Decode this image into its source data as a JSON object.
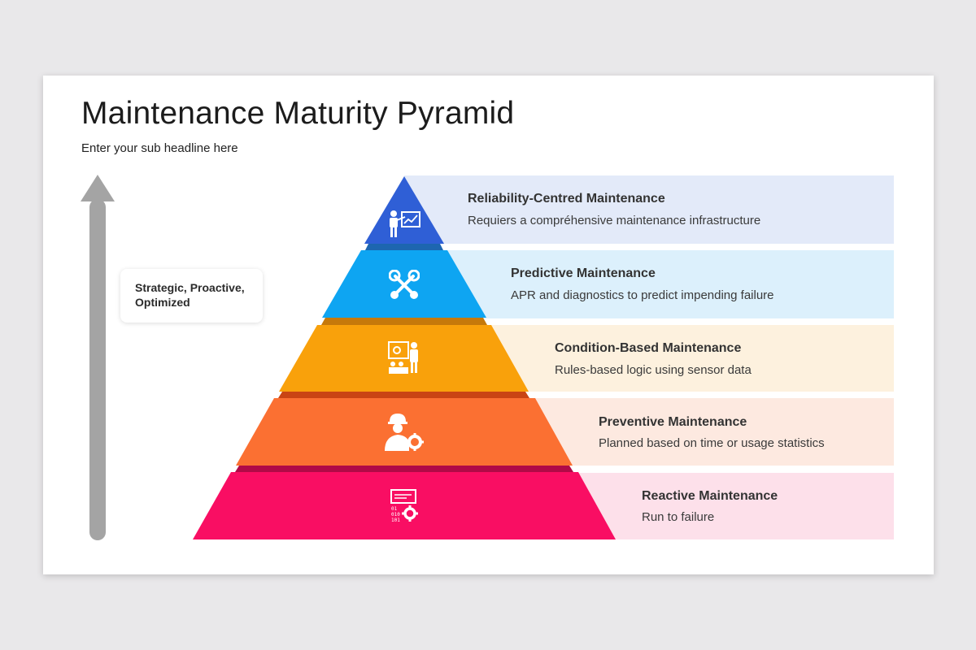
{
  "title": "Maintenance Maturity Pyramid",
  "subtitle": "Enter your sub headline here",
  "side_label": {
    "line1": "Strategic, Proactive,",
    "line2": "Optimized"
  },
  "levels": [
    {
      "heading": "Reliability-Centred Maintenance",
      "description": "Requiers a compréhensive maintenance infrastructure",
      "color": "#2f5fd6",
      "band_color": "#e3eaf9",
      "icon": "presenter-chart-icon"
    },
    {
      "heading": "Predictive Maintenance",
      "description": "APR and diagnostics to predict impending failure",
      "color": "#0ea5f2",
      "band_color": "#dcf0fc",
      "icon": "wrench-screwdriver-icon"
    },
    {
      "heading": "Condition-Based Maintenance",
      "description": "Rules-based logic using sensor data",
      "color": "#f9a10b",
      "band_color": "#fdf1de",
      "icon": "training-board-icon"
    },
    {
      "heading": "Preventive Maintenance",
      "description": "Planned based on time or usage statistics",
      "color": "#fb7032",
      "band_color": "#fde9e0",
      "icon": "engineer-gear-icon"
    },
    {
      "heading": "Reactive Maintenance",
      "description": "Run to failure",
      "color": "#f90e63",
      "band_color": "#fde0ea",
      "icon": "code-gear-icon"
    }
  ]
}
